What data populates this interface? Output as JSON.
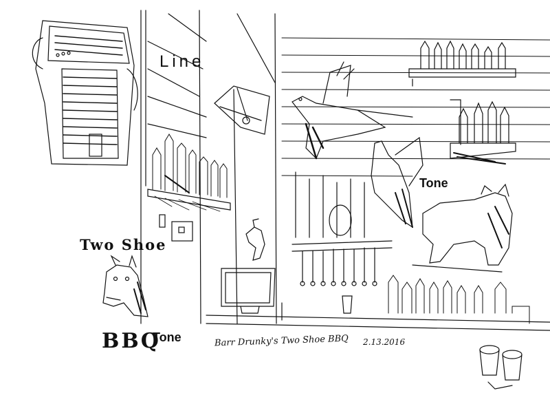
{
  "labels": {
    "line": "Line",
    "tone_upper": "Tone",
    "tone_lower": "Tone"
  },
  "sign": {
    "top": "Two Shoe",
    "bottom": "BBQ"
  },
  "caption": {
    "text": "Barr Drunky's Two Shoe BBQ",
    "date": "2.13.2016"
  },
  "colors": {
    "ink": "#111111",
    "paper": "#ffffff"
  }
}
